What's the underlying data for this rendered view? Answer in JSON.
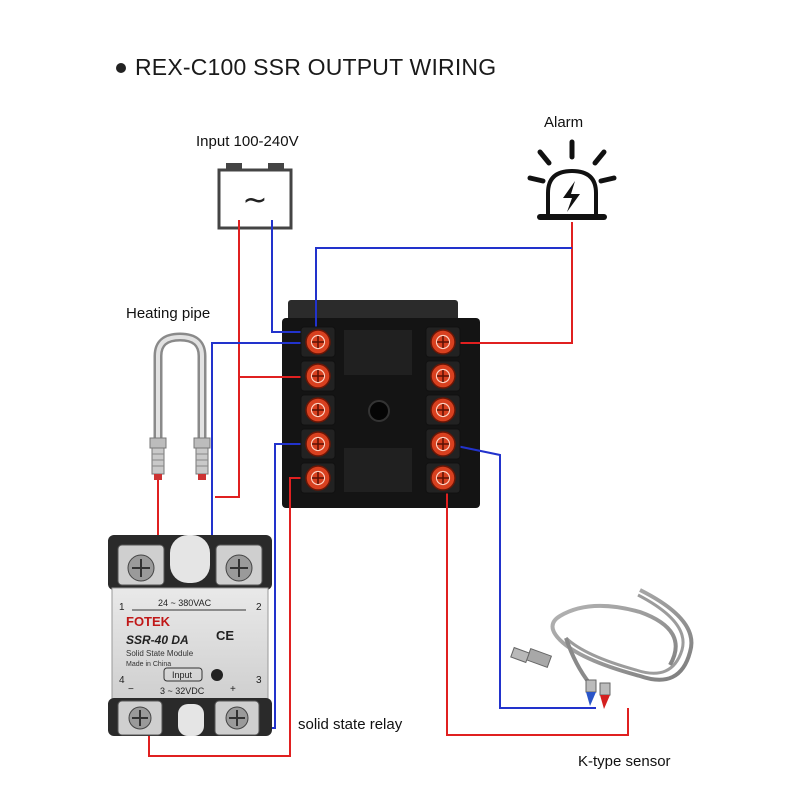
{
  "title": "REX-C100 SSR OUTPUT WIRING",
  "labels": {
    "input": "Input 100-240V",
    "alarm": "Alarm",
    "heating_pipe": "Heating pipe",
    "solid_state_relay": "solid state relay",
    "k_type_sensor": "K-type sensor"
  },
  "ssr": {
    "brand": "FOTEK",
    "model": "SSR-40 DA",
    "type": "Solid State Module",
    "origin": "Made in China",
    "ac_range": "24 ~ 380VAC",
    "input_label": "Input",
    "dc_range": "3 ~ 32VDC",
    "t1": "1",
    "t2": "2",
    "t3": "3",
    "t4": "4",
    "minus": "−",
    "plus": "+",
    "ce": "CE"
  },
  "power_symbol": "~",
  "colors": {
    "red_wire": "#e02020",
    "blue_wire": "#2233cc",
    "terminal": "#d8401f"
  }
}
